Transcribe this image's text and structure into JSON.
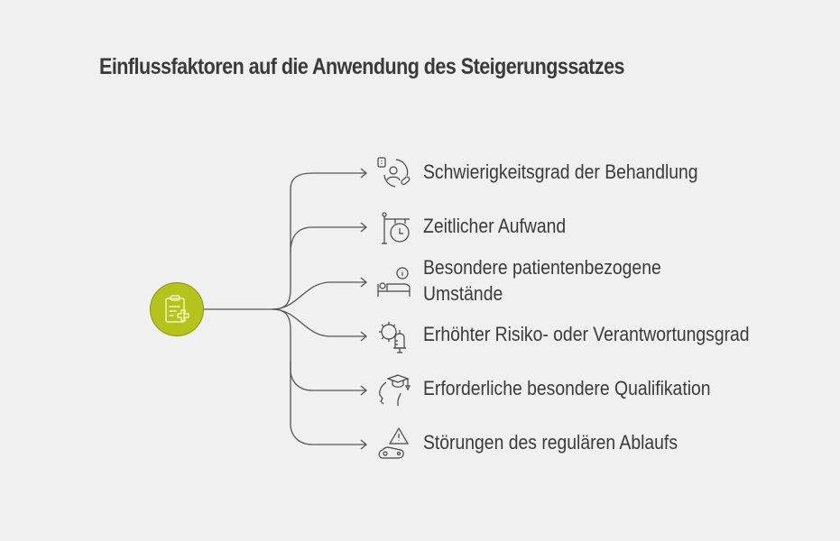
{
  "title": "Einflussfaktoren auf die Anwendung des Steigerungssatzes",
  "hub": {
    "icon": "clipboard-plus-icon",
    "color": "#b4c41c"
  },
  "colors": {
    "background": "#f0f0f0",
    "text": "#3a3a3a",
    "line": "#555555",
    "accent": "#b4c41c"
  },
  "items": [
    {
      "label": "Schwierigkeitsgrad der Behandlung",
      "icon": "patient-medication-icon"
    },
    {
      "label": "Zeitlicher Aufwand",
      "icon": "clock-sign-icon"
    },
    {
      "label_line1": "Besondere patientenbezogene",
      "label_line2": "Umstände",
      "icon": "bed-info-icon"
    },
    {
      "label": "Erhöhter Risiko- oder Verantwortungsgrad",
      "icon": "virus-syringe-icon"
    },
    {
      "label": "Erforderliche besondere Qualifikation",
      "icon": "head-graduation-cap-icon"
    },
    {
      "label": "Störungen des regulären Ablaufs",
      "icon": "warning-conveyor-icon"
    }
  ]
}
